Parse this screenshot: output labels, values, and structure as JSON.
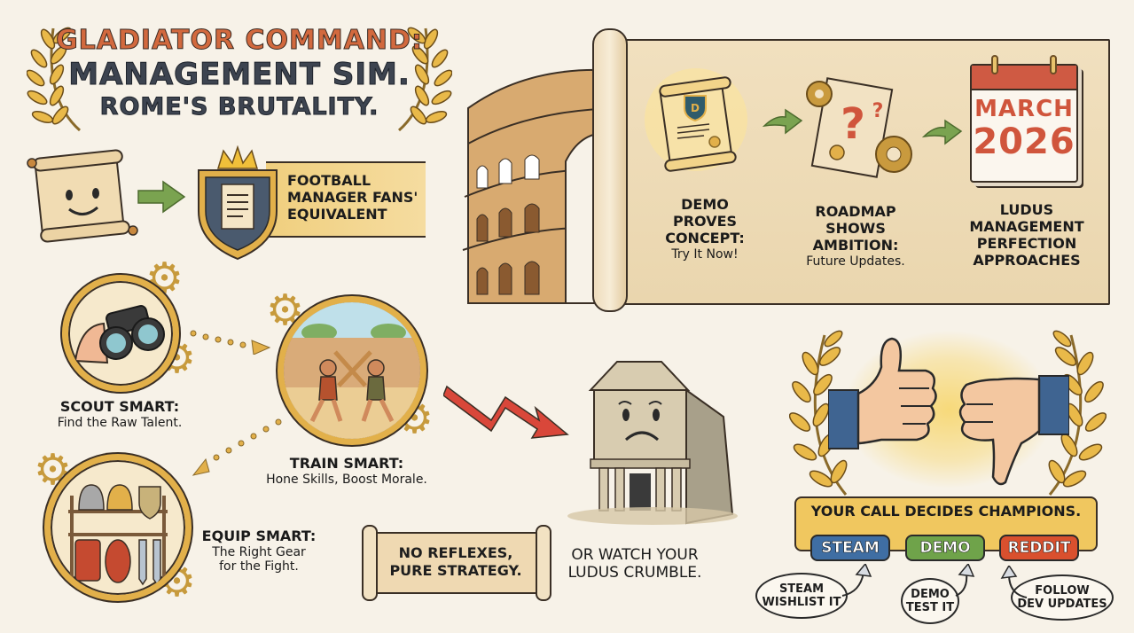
{
  "title": {
    "line1": "GLADIATOR COMMAND:",
    "line2": "MANAGEMENT SIM.",
    "line3": "ROME'S BRUTALITY."
  },
  "intro": {
    "banner_line1": "FOOTBALL",
    "banner_line2": "MANAGER FANS'",
    "banner_line3": "EQUIVALENT"
  },
  "roadmap": {
    "steps": [
      {
        "heading": "DEMO PROVES CONCEPT:",
        "sub": "Try It Now!",
        "icon": "glowing-scroll-icon"
      },
      {
        "heading": "ROADMAP SHOWS AMBITION:",
        "sub": "Future Updates.",
        "icon": "question-scroll-gears-icon"
      },
      {
        "heading": "LUDUS MANAGEMENT PERFECTION APPROACHES",
        "sub": "",
        "icon": "calendar-icon"
      }
    ],
    "calendar_month": "MARCH",
    "calendar_year": "2026"
  },
  "loop": {
    "scout": {
      "heading": "SCOUT SMART:",
      "sub": "Find the Raw Talent.",
      "icon": "binoculars-icon"
    },
    "train": {
      "heading": "TRAIN SMART:",
      "sub": "Hone Skills, Boost Morale.",
      "icon": "sparring-gladiators-icon"
    },
    "equip": {
      "heading": "EQUIP SMART:",
      "sub_line1": "The Right Gear",
      "sub_line2": "for the Fight.",
      "icon": "armor-rack-icon"
    }
  },
  "strategy_scroll": {
    "line1": "NO REFLEXES,",
    "line2": "PURE STRATEGY."
  },
  "warning": {
    "line1": "OR WATCH YOUR",
    "line2": "LUDUS CRUMBLE.",
    "icon": "crumbling-ludus-icon"
  },
  "cta": {
    "title": "YOUR CALL DECIDES CHAMPIONS.",
    "buttons": [
      {
        "label": "STEAM",
        "color": "#3f6ea3",
        "note_line1": "STEAM",
        "note_line2": "WISHLIST IT"
      },
      {
        "label": "DEMO",
        "color": "#6fa34a",
        "note_line1": "DEMO",
        "note_line2": "TEST IT"
      },
      {
        "label": "REDDIT",
        "color": "#d9502e",
        "note_line1": "FOLLOW",
        "note_line2": "DEV UPDATES"
      }
    ]
  },
  "colors": {
    "background": "#f7f2e8",
    "title_accent": "#d2693e",
    "title_dark": "#3d4450",
    "gold": "#e2b04a",
    "parchment": "#f1e0bf",
    "arrow_green": "#7aa350",
    "arrow_red": "#d9473a"
  }
}
